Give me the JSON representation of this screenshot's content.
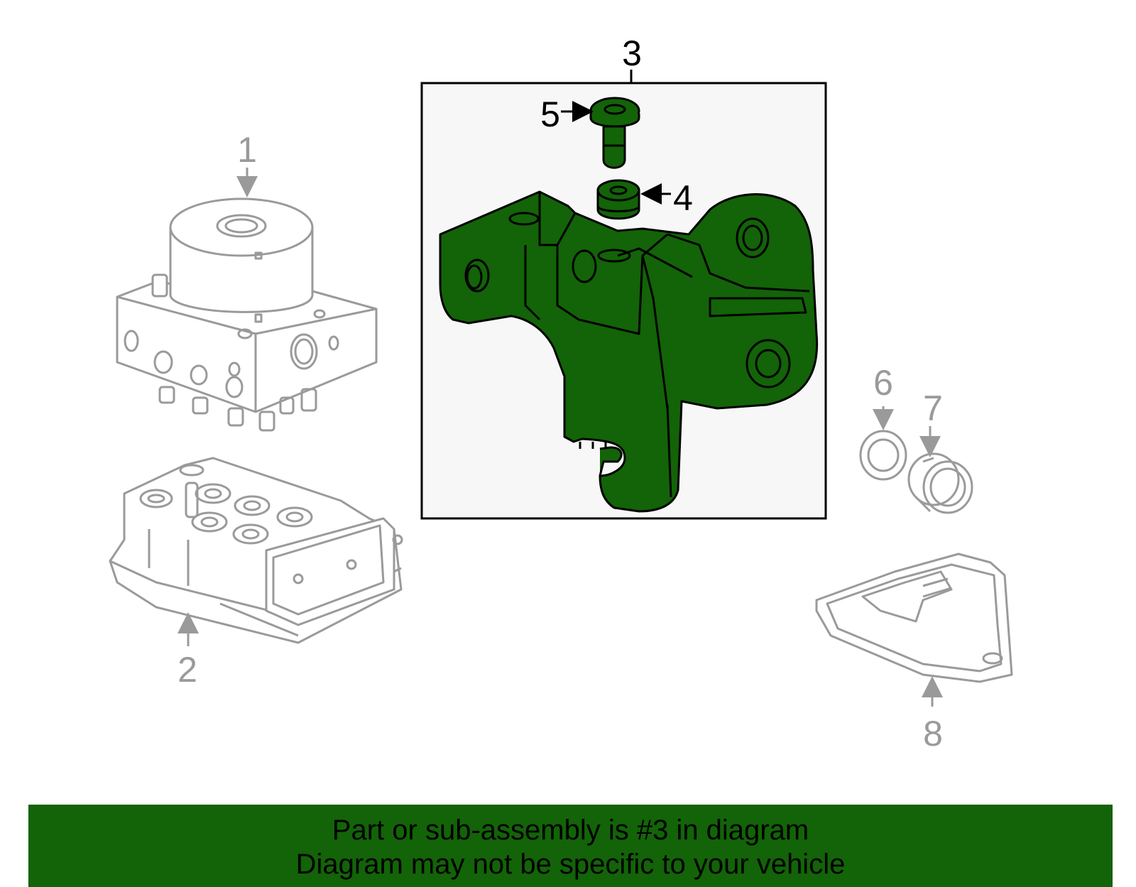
{
  "colors": {
    "highlight": "#136308",
    "outline_gray": "#9a9a9a",
    "outline_dark": "#000000",
    "box_fill": "#f7f7f7",
    "banner": "#136308"
  },
  "callouts": {
    "c1": "1",
    "c2": "2",
    "c3": "3",
    "c4": "4",
    "c5": "5",
    "c6": "6",
    "c7": "7",
    "c8": "8"
  },
  "banner": {
    "line1": "Part or sub-assembly is #3 in diagram",
    "line2": "Diagram may not be specific to your vehicle"
  }
}
